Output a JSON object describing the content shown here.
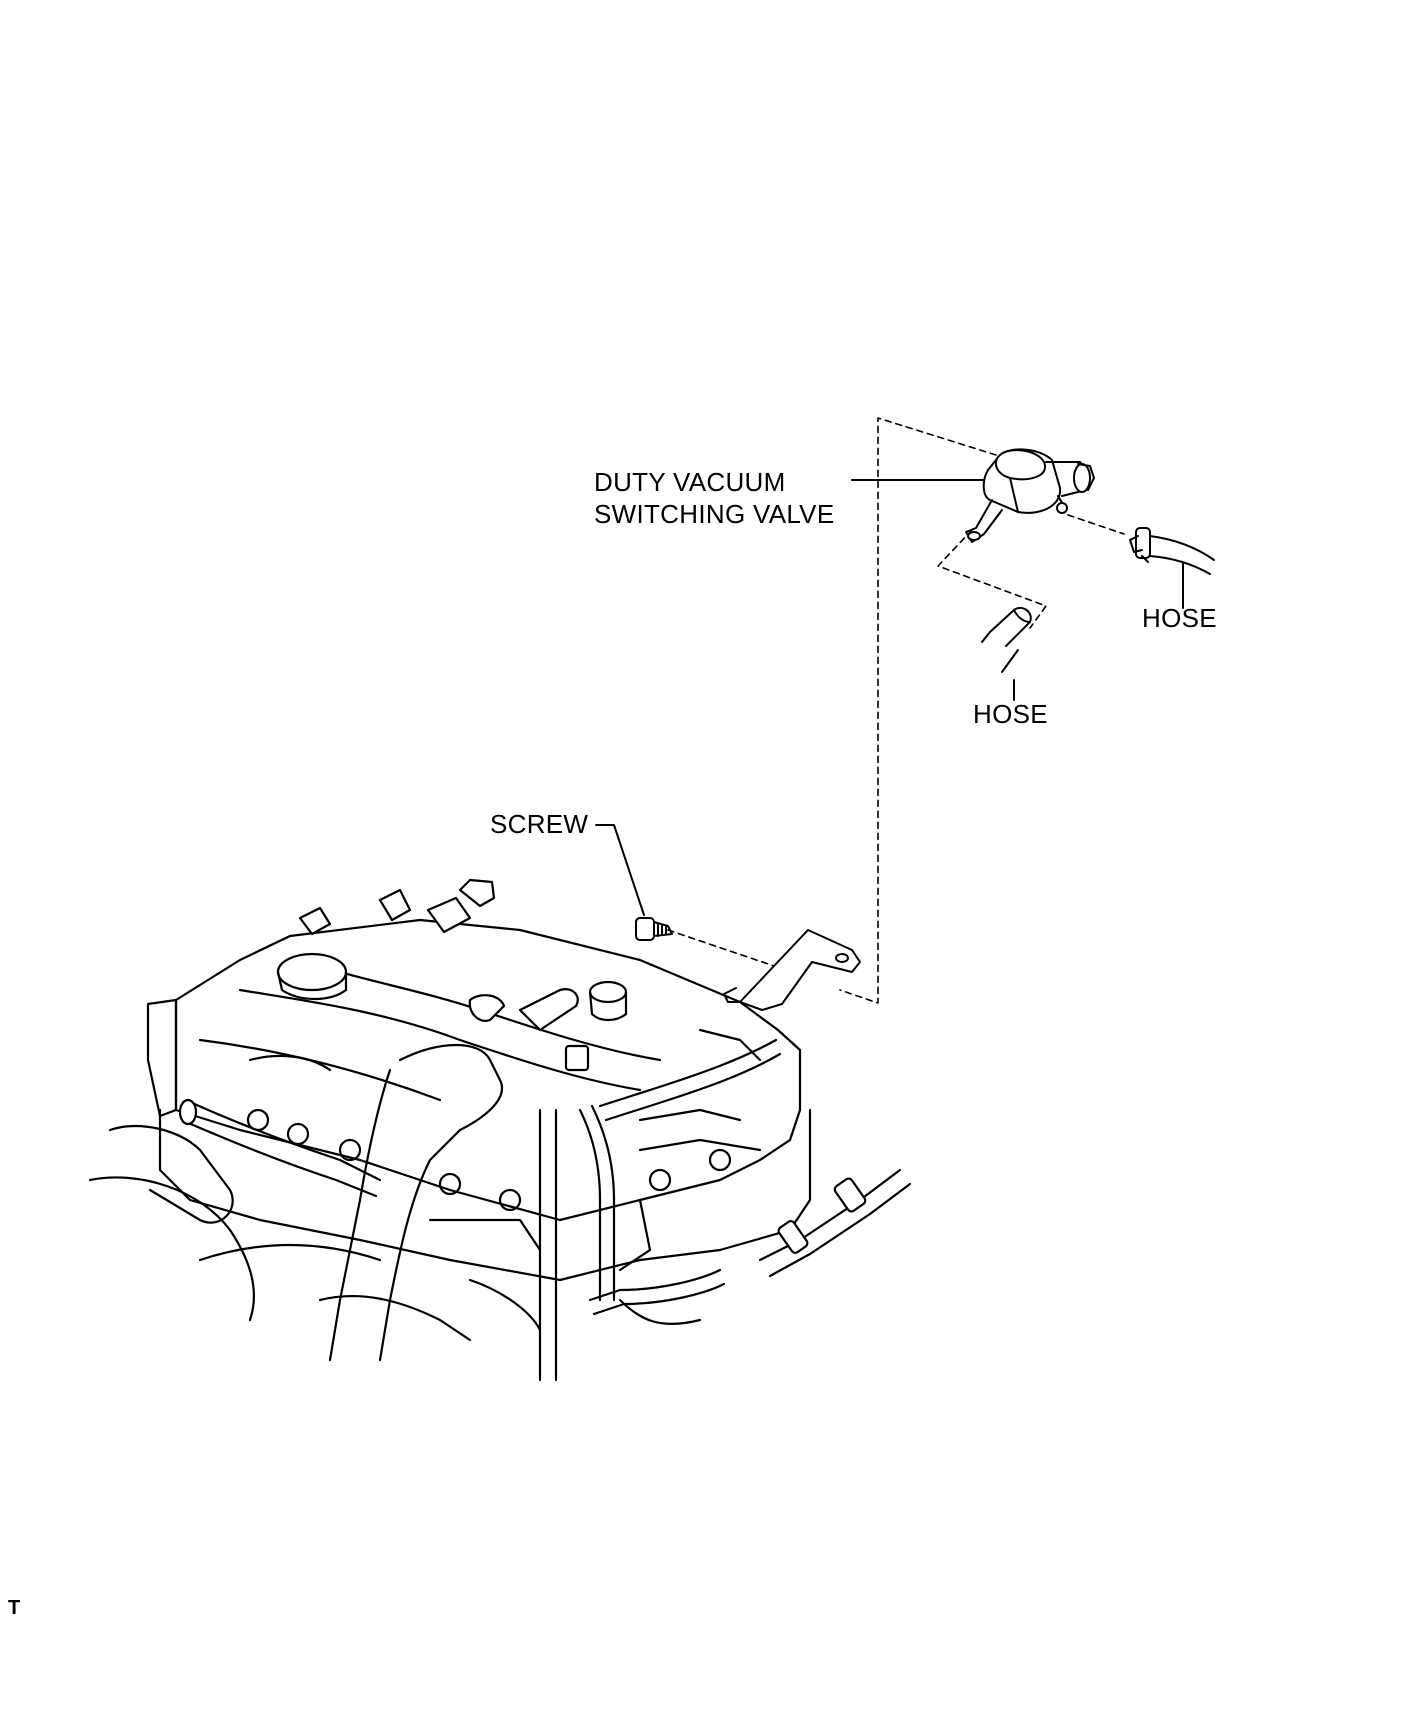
{
  "labels": {
    "duty_vacuum_line1": "DUTY VACUUM",
    "duty_vacuum_line2": "SWITCHING VALVE",
    "hose_right": "HOSE",
    "hose_lower": "HOSE",
    "screw": "SCREW",
    "corner_mark": "T"
  },
  "colors": {
    "ink": "#000000",
    "paper": "#ffffff"
  }
}
